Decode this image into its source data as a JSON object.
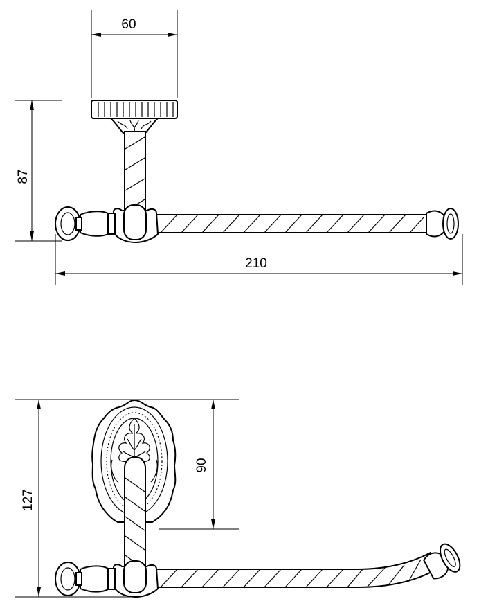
{
  "drawing": {
    "top_view": {
      "width_label": "60",
      "height_label": "87",
      "length_label": "210"
    },
    "front_view": {
      "height_label": "127",
      "plate_label": "90"
    }
  }
}
